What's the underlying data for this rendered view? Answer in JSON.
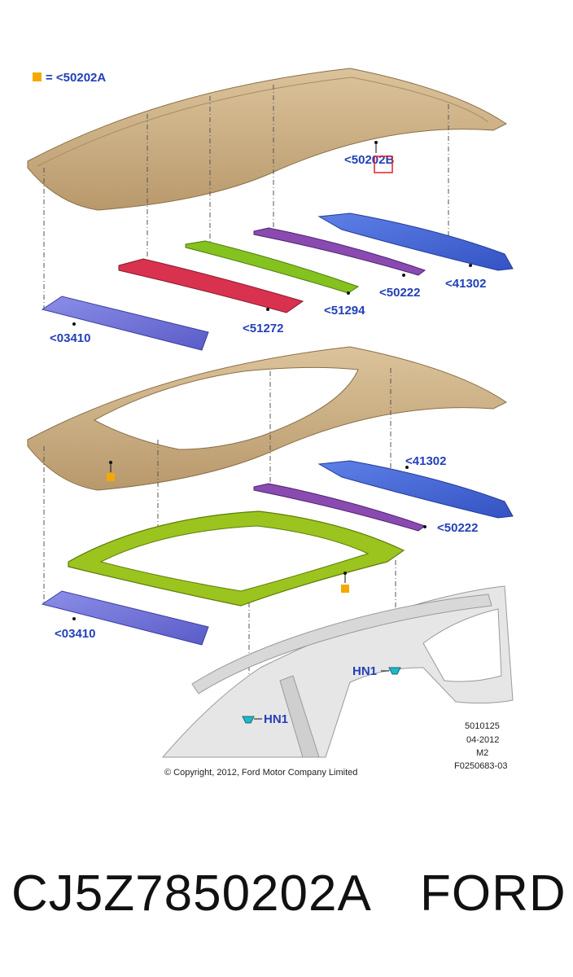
{
  "legend": {
    "symbol_color": "#f5a800",
    "text": "= <50202A"
  },
  "labels": {
    "roof_top": "<50202B",
    "bow_1": "<51272",
    "bow_2": "<51294",
    "bow_3": "<50222",
    "rear_rail": "<41302",
    "front_rail": "<03410",
    "rear_rail_2": "<41302",
    "bow_3_2": "<50222",
    "front_rail_2": "<03410",
    "clip_1": "HN1",
    "clip_2": "HN1"
  },
  "drawing_info": {
    "line1": "5010125",
    "line2": "04-2012",
    "line3": "M2",
    "line4": "F0250683-03"
  },
  "copyright": "© Copyright, 2012, Ford Motor Company Limited",
  "caption": {
    "part_number": "CJ5Z7850202A",
    "brand": "FORD"
  },
  "colors": {
    "label_blue": "#2340b8",
    "roof_tan": "#cfb287",
    "red_bow": "#d8324f",
    "green_bow": "#84c21f",
    "purple_bow": "#8a4bb0",
    "blue_rail": "#4a6fd8",
    "frame_green": "#9cc41e",
    "highlight_box": "#e0202a"
  }
}
